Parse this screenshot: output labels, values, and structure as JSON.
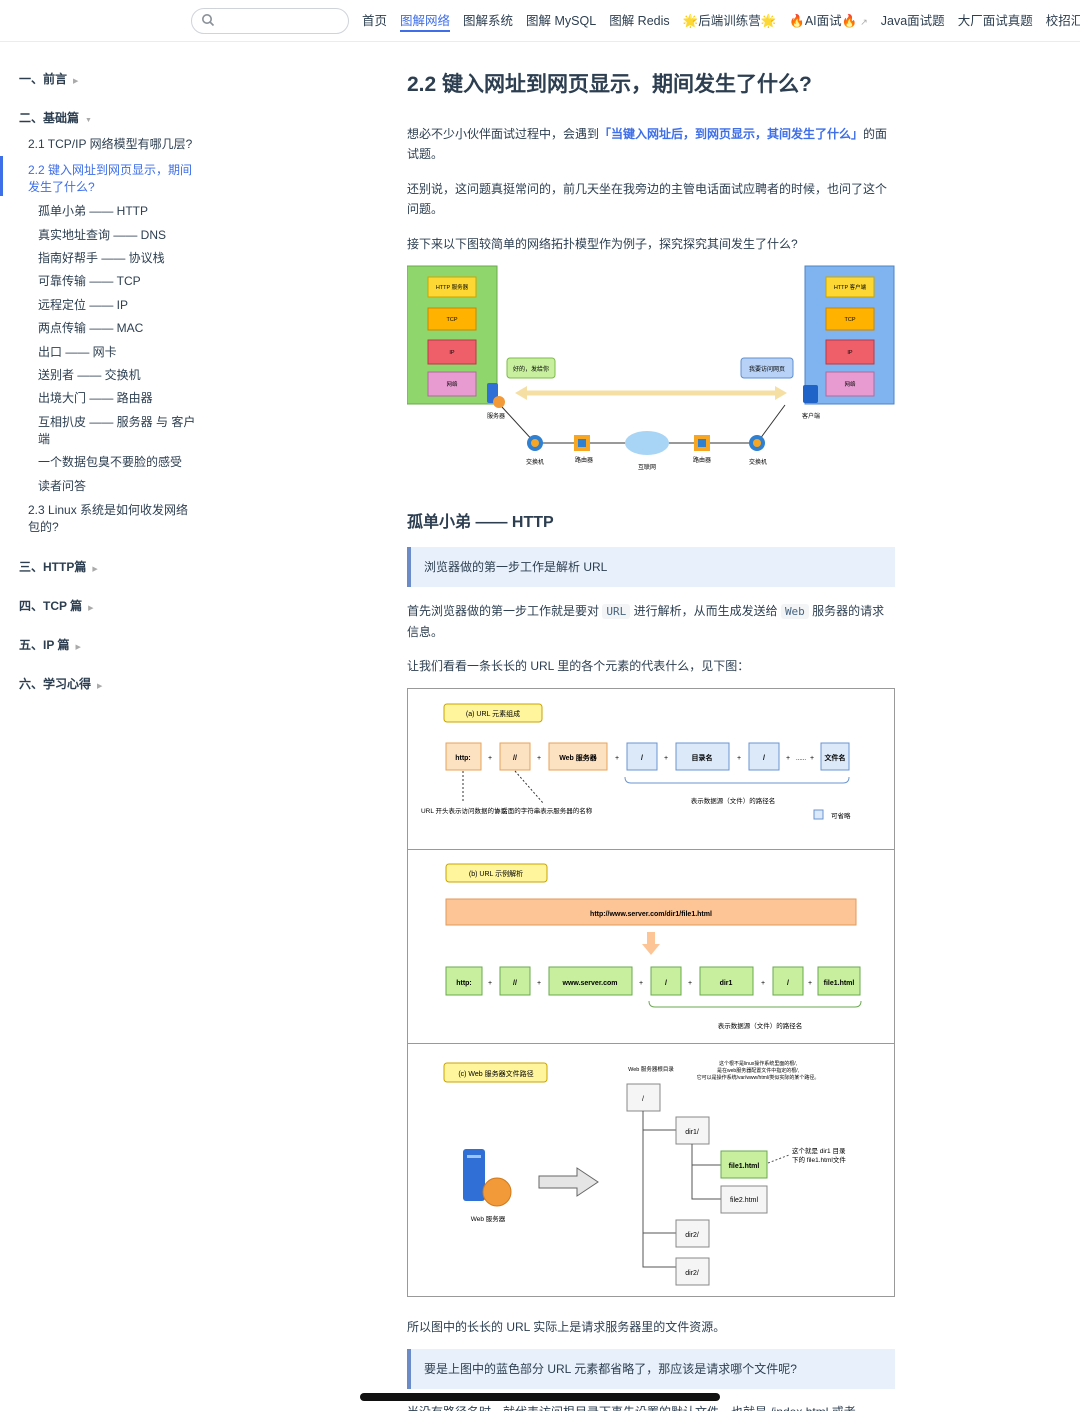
{
  "nav": {
    "search_placeholder": "",
    "links": [
      {
        "label": "首页",
        "active": false
      },
      {
        "label": "图解网络",
        "active": true
      },
      {
        "label": "图解系统",
        "active": false
      },
      {
        "label": "图解 MySQL",
        "active": false
      },
      {
        "label": "图解 Redis",
        "active": false
      },
      {
        "label": "🌟后端训练营🌟",
        "active": false
      },
      {
        "label": "🔥AI面试🔥",
        "active": false,
        "external": true
      },
      {
        "label": "Java面试题",
        "active": false
      },
      {
        "label": "大厂面试真题",
        "active": false
      },
      {
        "label": "校招汇总",
        "active": false
      }
    ]
  },
  "sidebar": {
    "sections": [
      "一、前言",
      "二、基础篇",
      "三、HTTP篇",
      "四、TCP 篇",
      "五、IP 篇",
      "六、学习心得"
    ],
    "base_items": [
      "2.1 TCP/IP 网络模型有哪几层?",
      "2.2 键入网址到网页显示，期间发生了什么?",
      "2.3 Linux 系统是如何收发网络包的?"
    ],
    "sub_items": [
      "孤单小弟 —— HTTP",
      "真实地址查询 —— DNS",
      "指南好帮手 —— 协议栈",
      "可靠传输 —— TCP",
      "远程定位 —— IP",
      "两点传输 —— MAC",
      "出口 —— 网卡",
      "送别者 —— 交换机",
      "出境大门 —— 路由器",
      "互相扒皮 —— 服务器 与 客户端",
      "一个数据包臭不要脸的感受",
      "读者问答"
    ]
  },
  "article": {
    "title": "2.2 键入网址到网页显示，期间发生了什么?",
    "p1_pre": "想必不少小伙伴面试过程中，会遇到",
    "p1_hl": "「当键入网址后，到网页显示，其间发生了什么」",
    "p1_post": "的面试题。",
    "p2": "还别说，这问题真挺常问的，前几天坐在我旁边的主管电话面试应聘者的时候，也问了这个问题。",
    "p3": "接下来以下图较简单的网络拓扑模型作为例子，探究探究其间发生了什么?",
    "h2": "孤单小弟 —— HTTP",
    "tip1": "浏览器做的第一步工作是解析 URL",
    "p4_a": "首先浏览器做的第一步工作就是要对",
    "p4_code1": "URL",
    "p4_b": "进行解析，从而生成发送给",
    "p4_code2": "Web",
    "p4_c": "服务器的请求信息。",
    "p5": "让我们看看一条长长的 URL 里的各个元素的代表什么，见下图：",
    "p6": "所以图中的长长的 URL 实际上是请求服务器里的文件资源。",
    "tip2": "要是上图中的蓝色部分 URL 元素都省略了，那应该是请求哪个文件呢?",
    "cut_text": "当没有路径名时，就代表访问根目录下事先设置的默认文件，也就是 /index.html 或者"
  },
  "netfig": {
    "server_layers": [
      "HTTP 服务器",
      "TCP",
      "IP",
      "网络"
    ],
    "client_layers": [
      "HTTP 客户端",
      "TCP",
      "IP",
      "网络"
    ],
    "server_msg": "好的，发给你",
    "client_msg": "我要访问网页",
    "server_label": "服务器",
    "client_label": "客户端",
    "nodes": [
      "交换机",
      "路由器",
      "互联网",
      "路由器",
      "交换机"
    ]
  },
  "urlfig": {
    "a_title": "(a)  URL 元素组成",
    "a_boxes": [
      "http:",
      "//",
      "Web 服务器",
      "/",
      "目录名",
      "/",
      "文件名"
    ],
    "a_plus": "+",
    "a_dots": "......",
    "a_note1": "URL 开头表示访问数据的协议",
    "a_note2": "// 后面的字符串表示服务器的名称",
    "a_path_label": "表示数据源（文件）的路径名",
    "a_legend": "可省略",
    "b_title": "(b)  URL 示例解析",
    "b_url": "http://www.server.com/dir1/file1.html",
    "b_boxes": [
      "http:",
      "//",
      "www.server.com",
      "/",
      "dir1",
      "/",
      "file1.html"
    ],
    "b_path_label": "表示数据源（文件）的路径名",
    "c_title": "(c)  Web 服务器文件路径",
    "c_root_label": "Web 服务器根目录",
    "c_root_note1": "这个根不是linux操作系统里面的根/,",
    "c_root_note2": "是在web服务器配置文件中指定的根/,",
    "c_root_note3": "它可以是操作系统/var/www/html/类似实际的某个路径。",
    "c_tree": [
      "/",
      "dir1/",
      "file1.html",
      "file2.html",
      "dir2/",
      "dir2/"
    ],
    "c_file_note1": "这个就是 dir1 目录",
    "c_file_note2": "下的 file1.html文件",
    "c_server_label": "Web 服务器"
  },
  "colors": {
    "accent": "#3e6ee8",
    "tip_bg": "#e8f1fb",
    "server_bg": "#8fd66c",
    "client_bg": "#7fb4f0",
    "layer_http": "#fdd835",
    "layer_tcp": "#ffb300",
    "layer_ip": "#ef5f6a",
    "layer_net": "#e79bd0",
    "url_yellow": "#fff59d",
    "url_orange": "#fde2c2",
    "url_blue": "#dbe9f9",
    "url_green": "#c7ef9e"
  }
}
